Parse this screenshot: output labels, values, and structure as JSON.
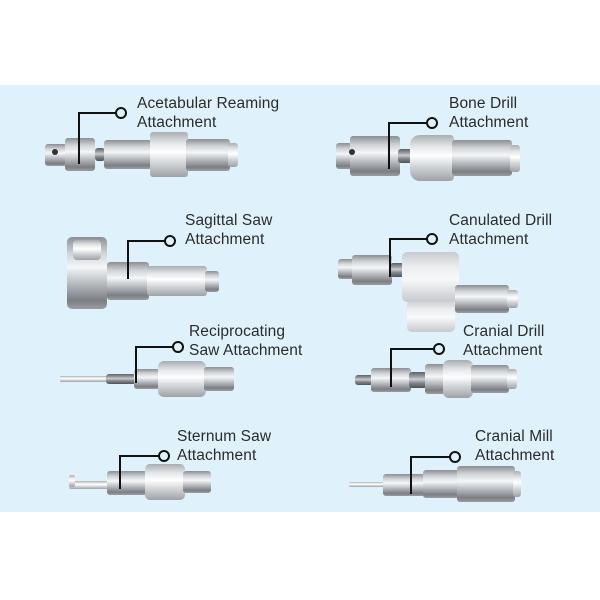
{
  "background_color": "#dff2fb",
  "attachments": [
    {
      "id": "acetabular-reaming",
      "line1": "Acetabular Reaming",
      "line2": "Attachment"
    },
    {
      "id": "bone-drill",
      "line1": "Bone Drill",
      "line2": "Attachment"
    },
    {
      "id": "sagittal-saw",
      "line1": "Sagittal Saw",
      "line2": "Attachment"
    },
    {
      "id": "canulated-drill",
      "line1": "Canulated Drill",
      "line2": "Attachment"
    },
    {
      "id": "reciprocating-saw",
      "line1": "Reciprocating",
      "line2": "Saw Attachment"
    },
    {
      "id": "cranial-drill",
      "line1": "Cranial Drill",
      "line2": "Attachment"
    },
    {
      "id": "sternum-saw",
      "line1": "Sternum Saw",
      "line2": "Attachment"
    },
    {
      "id": "cranial-mill",
      "line1": "Cranial Mill",
      "line2": "Attachment"
    }
  ]
}
